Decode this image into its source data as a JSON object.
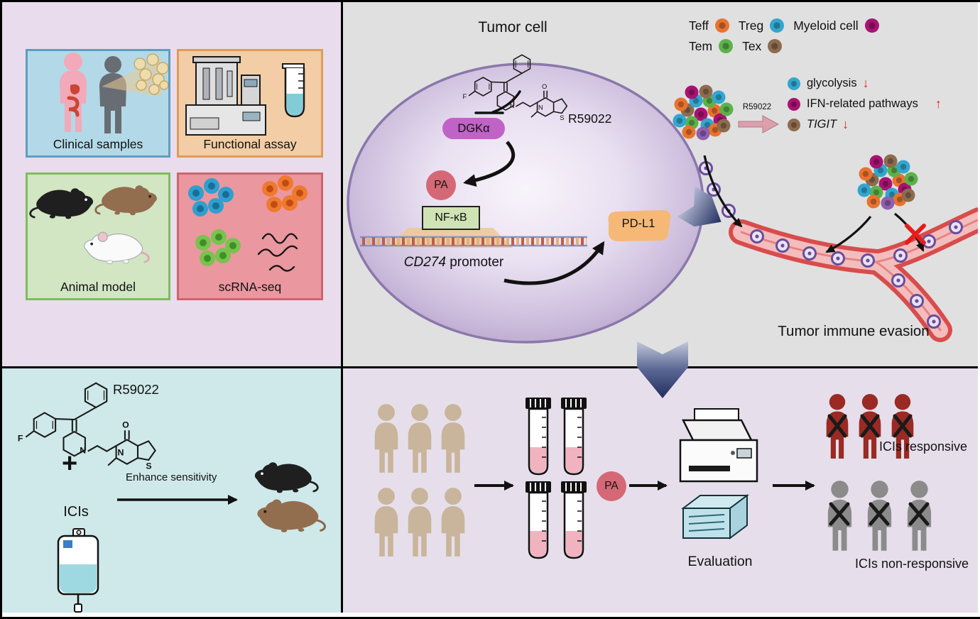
{
  "figure": {
    "methods": {
      "clinical_label": "Clinical samples",
      "functional_label": "Functional assay",
      "animal_label": "Animal model",
      "scrna_label": "scRNA-seq"
    },
    "mechanism": {
      "title": "Tumor cell",
      "r59022": "R59022",
      "dgka": "DGKα",
      "pa": "PA",
      "nfkb": "NF-κB",
      "cd274": "CD274",
      "promoter": " promoter",
      "pdl1": "PD-L1",
      "legend": [
        {
          "label": "Teff",
          "color": "#e8732f"
        },
        {
          "label": "Treg",
          "color": "#33a6cf"
        },
        {
          "label": "Myeloid cell",
          "color": "#a81272"
        },
        {
          "label": "Tem",
          "color": "#5cb24a"
        },
        {
          "label": "Tex",
          "color": "#8d6b4e"
        }
      ],
      "r59022_small": "R59022",
      "effects": [
        {
          "label": "glycolysis",
          "arrow": "↓",
          "color": "#33a6cf"
        },
        {
          "label": "IFN-related pathways",
          "arrow": "↑",
          "color": "#a81272"
        },
        {
          "label": "TIGIT",
          "arrow": "↓",
          "color": "#8d6b4e"
        }
      ],
      "evasion_label": "Tumor immune evasion"
    },
    "treatment": {
      "r59022": "R59022",
      "plus": "+",
      "enhance": "Enhance sensitivity",
      "icis": "ICIs"
    },
    "translation": {
      "pa": "PA",
      "evaluation": "Evaluation",
      "responsive": "ICIs responsive",
      "nonresponsive": "ICIs non-responsive"
    },
    "chem": {
      "f": "F",
      "o": "O",
      "n": "N",
      "s": "S"
    }
  },
  "colors": {
    "methods_bg": "#e9dcec",
    "mechanism_bg": "#e0e0e0",
    "treatment_bg": "#cfe9ea",
    "translation_bg": "#e6dfeb",
    "clinical_panel": "#b3d9e8",
    "functional_panel": "#f2cda5",
    "animal_panel": "#d2e6c4",
    "scrna_panel": "#ea97a0",
    "tumor_cell_fill": "#cdbddd",
    "dgka_pill": "#bf63c6",
    "pa_circle": "#d56876",
    "nfkb_box": "#cfe3b4",
    "pdl1_shape": "#f6b877",
    "vessel_red": "#d94c4c",
    "navy_arrow": "#2c3766",
    "patient_tan": "#c9b59b",
    "responsive_red": "#9a2a23",
    "nonresponsive_gray": "#8b8b8b",
    "effect_arrow_red": "#e02020"
  }
}
